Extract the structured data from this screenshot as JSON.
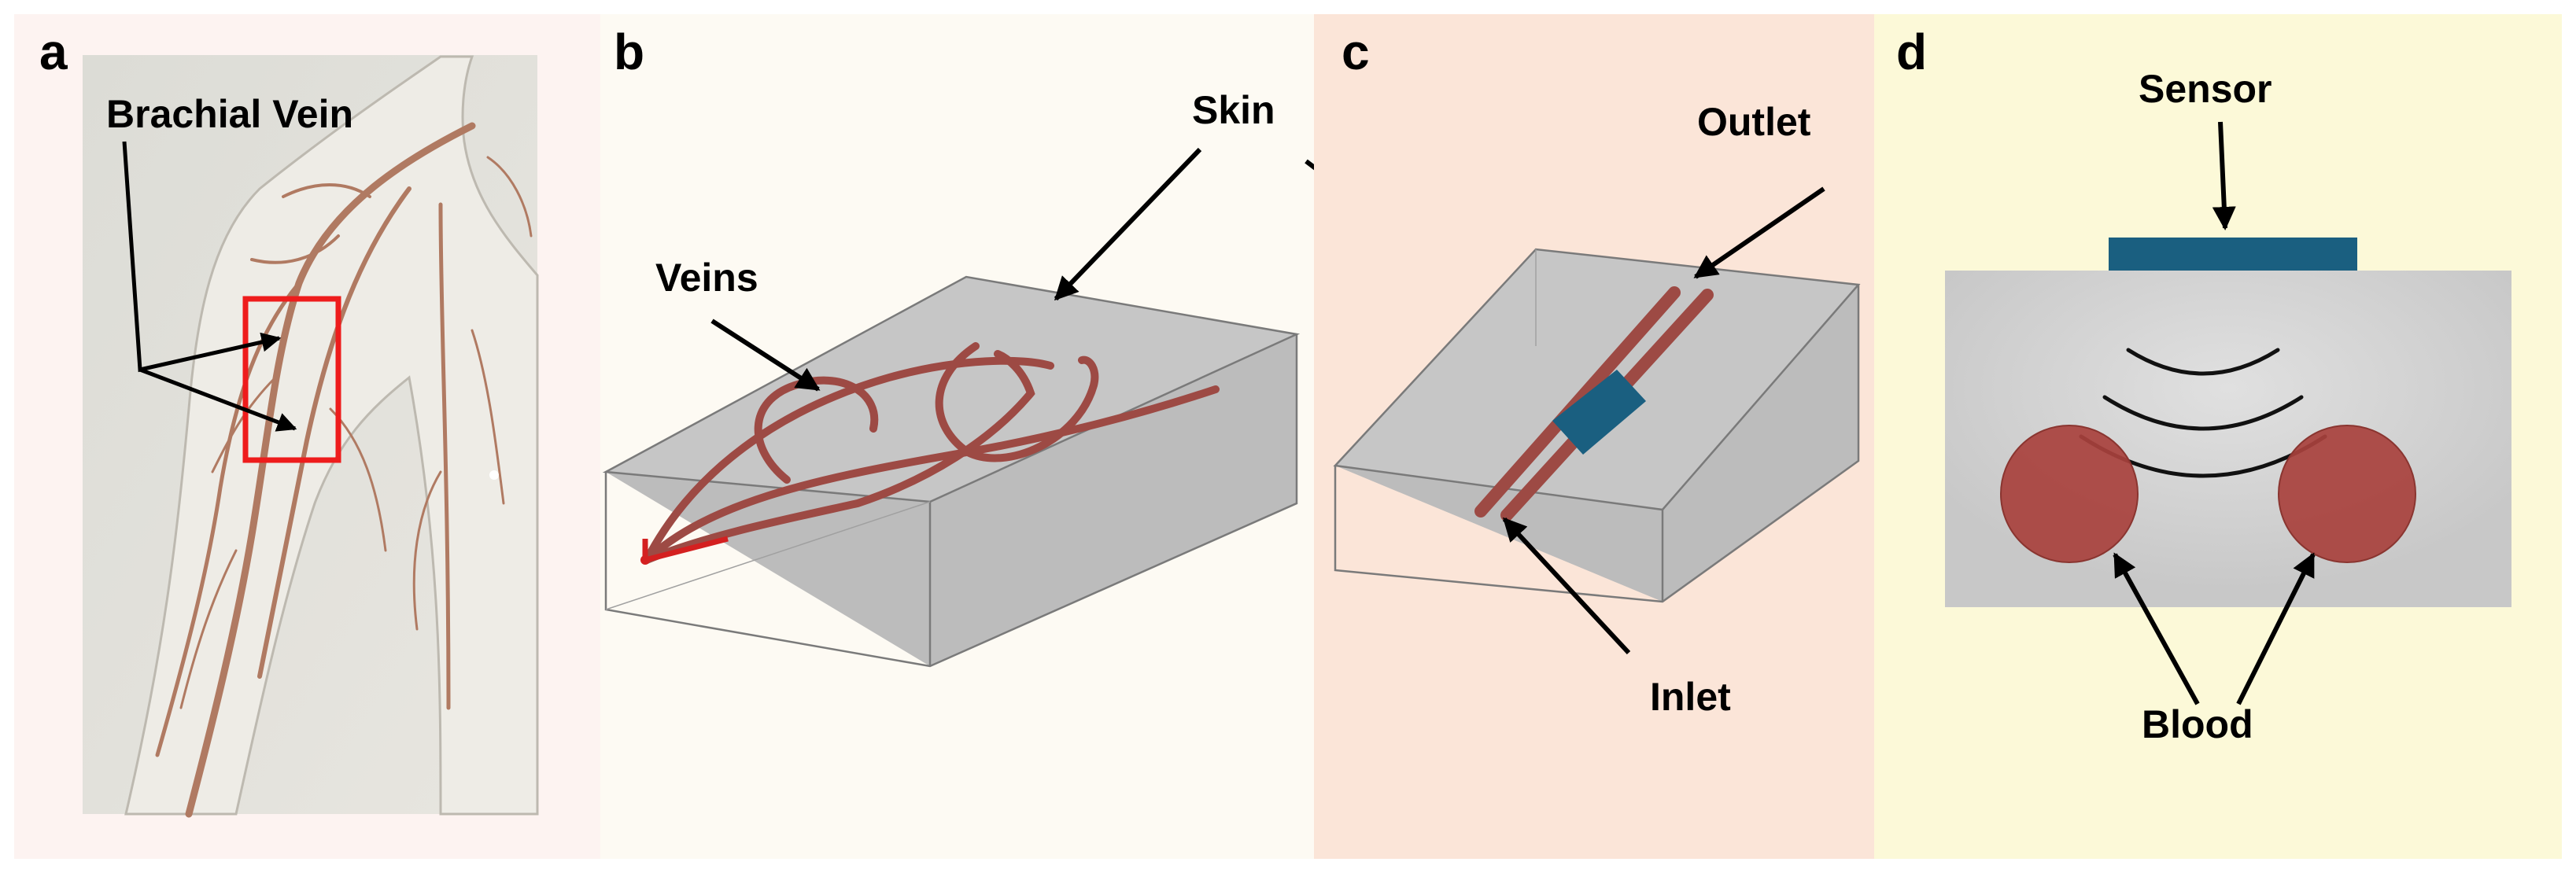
{
  "panels": {
    "a": {
      "letter": "a",
      "label_vein": "Brachial Vein"
    },
    "b": {
      "letter": "b",
      "label_skin": "Skin",
      "label_veins": "Veins"
    },
    "c": {
      "letter": "c",
      "label_outlet": "Outlet",
      "label_inlet": "Inlet"
    },
    "d": {
      "letter": "d",
      "label_sensor": "Sensor",
      "label_blood": "Blood"
    }
  },
  "colors": {
    "panel_a_bg": "#fdf3f1",
    "panel_b_bg": "#fdfaf3",
    "panel_c_bg": "#fbe5d8",
    "panel_d_bg": "#fcf9d8",
    "skin_block": "#bdbdbd",
    "vein": "#9d4a44",
    "sensor": "#1a5f80",
    "blood": "#a8413d",
    "highlight_box": "#ee1c1c"
  }
}
